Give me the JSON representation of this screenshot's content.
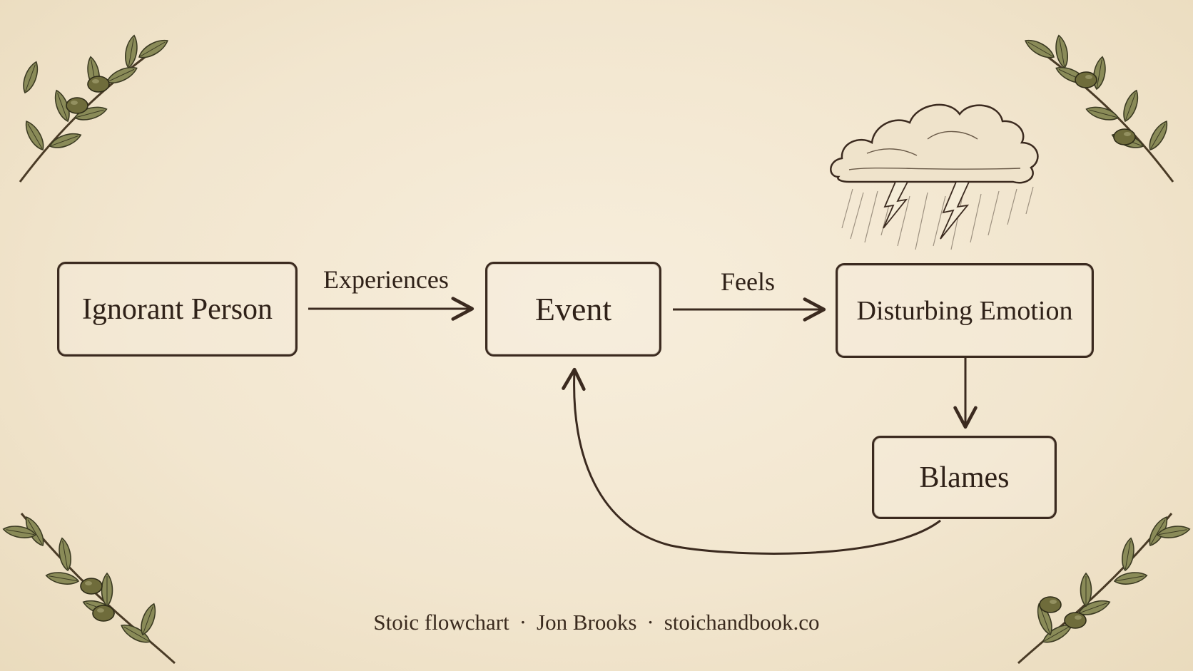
{
  "nodes": {
    "ignorant_person": "Ignorant Person",
    "event": "Event",
    "disturbing_emotion": "Disturbing Emotion",
    "blames": "Blames"
  },
  "edges": {
    "experiences": "Experiences",
    "feels": "Feels"
  },
  "footer": {
    "part1": "Stoic flowchart",
    "part2": "Jon Brooks",
    "part3": "stoichandbook.co",
    "separator": "·"
  },
  "colors": {
    "ink": "#3b2a1f",
    "paper": "#f3e8d2",
    "olive_leaf": "#7d7f4e",
    "olive_fruit": "#6d6a3a"
  },
  "icons": [
    "storm-cloud-icon",
    "olive-branch-icon"
  ]
}
